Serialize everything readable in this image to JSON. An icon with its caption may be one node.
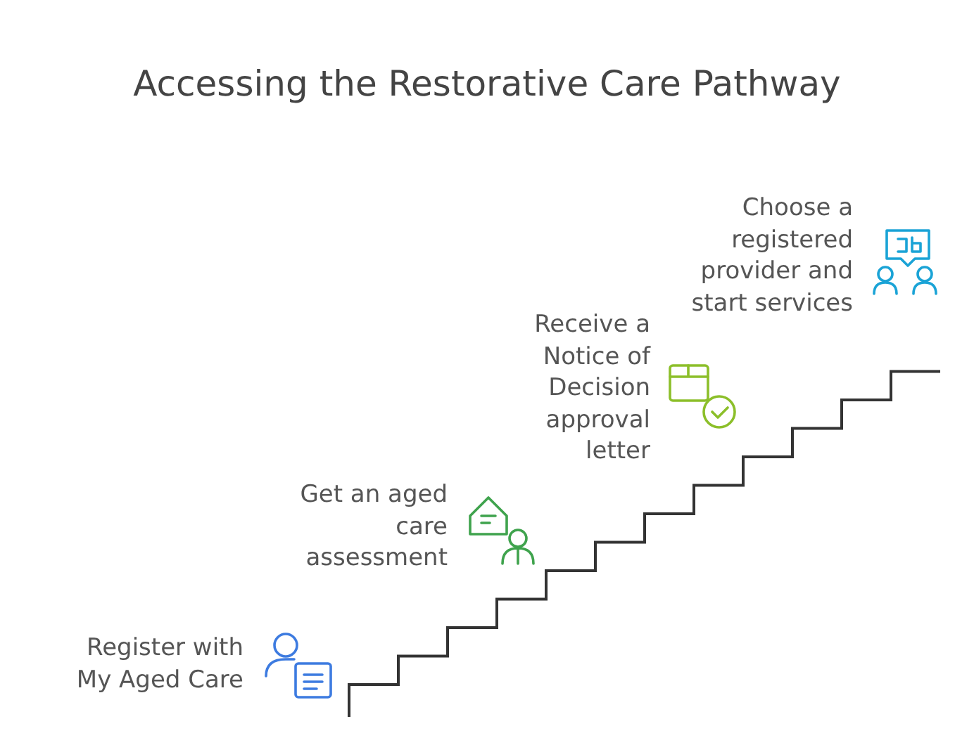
{
  "diagram": {
    "title": "Accessing the Restorative Care Pathway",
    "nodes": [
      {
        "text": [
          "Register with My Aged Care"
        ]
      },
      {
        "text": [
          "Get an aged care assessment"
        ]
      },
      {
        "text": [
          "Receive a Notice of Decision approval letter"
        ]
      },
      {
        "text": [
          "Choose a registered provider and start services"
        ]
      }
    ]
  }
}
